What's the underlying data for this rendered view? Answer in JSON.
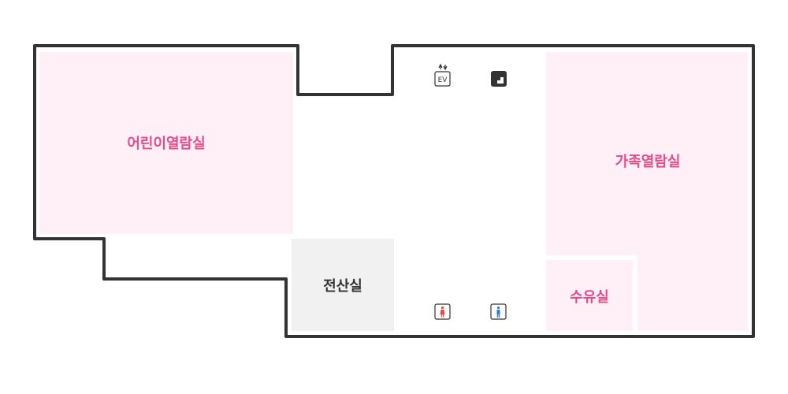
{
  "map": {
    "rooms": {
      "children_reading_room": "어린이열람실",
      "family_reading_room": "가족열람실",
      "computer_room": "전산실",
      "nursing_room": "수유실"
    },
    "facility_icons": {
      "elevator": {
        "icon": "elevator-icon",
        "label": "EV"
      },
      "stairs": {
        "icon": "stairs-icon"
      },
      "womens_restroom": {
        "icon": "female-restroom-icon"
      },
      "mens_restroom": {
        "icon": "male-restroom-icon"
      }
    },
    "colors": {
      "room_pink": "#fff0f7",
      "room_gray": "#f1f1f1",
      "wall": "#333333",
      "label_pink": "#e84a8a",
      "label_gray": "#333333",
      "female_icon": "#e8493a",
      "male_icon": "#2f7dd1"
    }
  }
}
